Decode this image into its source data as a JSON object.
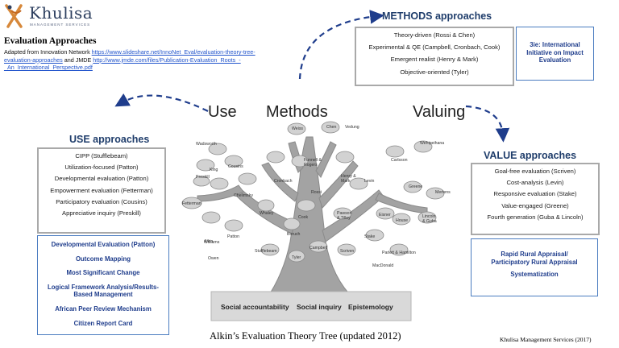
{
  "logo": {
    "name": "Khulisa",
    "sub": "MANAGEMENT SERVICES"
  },
  "intro": {
    "title": "Evaluation Approaches",
    "source_prefix": "Adapted from Innovation Network ",
    "link1": "https://www.slideshare.net/InnoNet_Eval/evaluation-theory-tree-evaluation-approaches",
    "source_mid": " and JMDE ",
    "link2": "http://www.jmde.com/files/Publication-Evaluation_Roots_-_An_International_Perspective.pdf"
  },
  "branches": {
    "use": "Use",
    "methods": "Methods",
    "valuing": "Valuing"
  },
  "methods_box": {
    "title": "METHODS approaches",
    "items": [
      "Theory-driven (Rossi & Chen)",
      "Experimental & QE (Campbell, Cronbach, Cook)",
      "Emergent realist (Henry & Mark)",
      "Objective-oriented (Tyler)"
    ]
  },
  "ie_box": {
    "lines": [
      "3ie: International",
      "Initiative on Impact",
      "Evaluation"
    ]
  },
  "use_box": {
    "title": "USE approaches",
    "items": [
      "CIPP (Stufflebeam)",
      "Utilization-focused (Patton)",
      "Developmental evaluation (Patton)",
      "Empowerment evaluation (Fetterman)",
      "Participatory evaluation (Cousins)",
      "Appreciative inquiry (Preskill)"
    ]
  },
  "use_blue_box": {
    "items": [
      "Developmental Evaluation (Patton)",
      "Outcome Mapping",
      "Most Significant Change",
      "Logical Framework Analysis/Results-Based Management",
      "African Peer Review Mechanism",
      "Citizen Report Card"
    ]
  },
  "value_box": {
    "title": "VALUE approaches",
    "items": [
      "Goal-free evaluation (Scriven)",
      "Cost-analysis (Levin)",
      "Responsive evaluation (Stake)",
      "Value-engaged (Greene)",
      "Fourth generation (Guba & Lincoln)"
    ]
  },
  "value_blue_box": {
    "items": [
      "Rapid Rural Appraisal/ Participatory Rural Appraisal",
      "Systematization"
    ]
  },
  "tree": {
    "leaves": [
      "Wadsworth",
      "King",
      "Cousins",
      "Preskill",
      "Chelimsky",
      "Fetterman",
      "Patton",
      "Alkin",
      "Whaley",
      "Cronbach",
      "Funnell & Rogers",
      "Weiss",
      "Chen",
      "Vedung",
      "Henry & Mark",
      "Rossi",
      "Levin",
      "Carlsson",
      "Wehipeihana",
      "Greene",
      "Mertens",
      "Cook",
      "Boruch",
      "Pawson & Tilley",
      "Eisner",
      "House",
      "Lincoln & Guba",
      "Williams",
      "Owen",
      "Stufflebeam",
      "Tyler",
      "Campbell",
      "Scriven",
      "Stake",
      "Parlett & Hamilton",
      "MacDonald"
    ],
    "roots": [
      "Social accountability",
      "Social inquiry",
      "Epistemology"
    ]
  },
  "caption": "Alkin’s Evaluation Theory Tree (updated 2012)",
  "credit": "Khulisa Management Services (2017)",
  "colors": {
    "navy": "#1f3d6b",
    "arrow": "#1f3d8c",
    "blue_border": "#4a7cc0",
    "box_border": "#a9a9a9",
    "tree": "#9a9a9a"
  }
}
